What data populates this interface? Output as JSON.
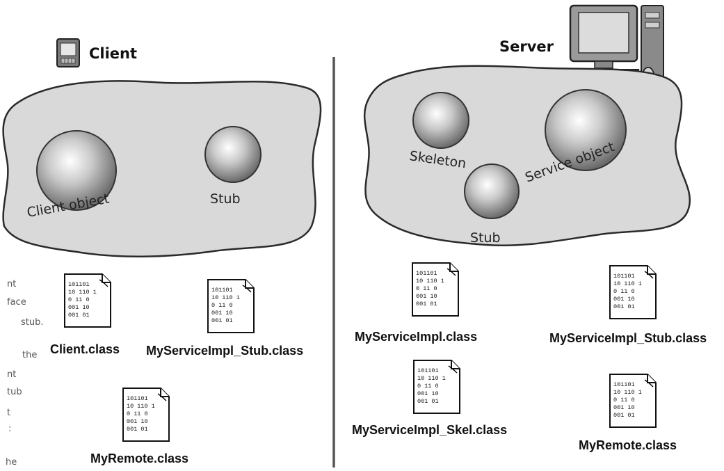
{
  "client": {
    "title": "Client",
    "objects": {
      "client_object": "Client object",
      "stub": "Stub"
    },
    "files": [
      "Client.class",
      "MyServiceImpl_Stub.class",
      "MyRemote.class"
    ]
  },
  "server": {
    "title": "Server",
    "objects": {
      "skeleton": "Skeleton",
      "service_object": "Service object",
      "stub": "Stub"
    },
    "files": [
      "MyServiceImpl.class",
      "MyServiceImpl_Stub.class",
      "MyServiceImpl_Skel.class",
      "MyRemote.class"
    ]
  },
  "file_icon_bits": [
    "101101",
    "10 110 1",
    "0 11 0",
    "001 10",
    "001 01"
  ],
  "side_note": [
    "nt",
    "face",
    "stub.",
    "the",
    "nt",
    "tub",
    "t",
    ":",
    "he"
  ],
  "colors": {
    "blob_fill": "#d9d9d9",
    "blob_stroke": "#2a2a2a",
    "divider": "#555555"
  }
}
